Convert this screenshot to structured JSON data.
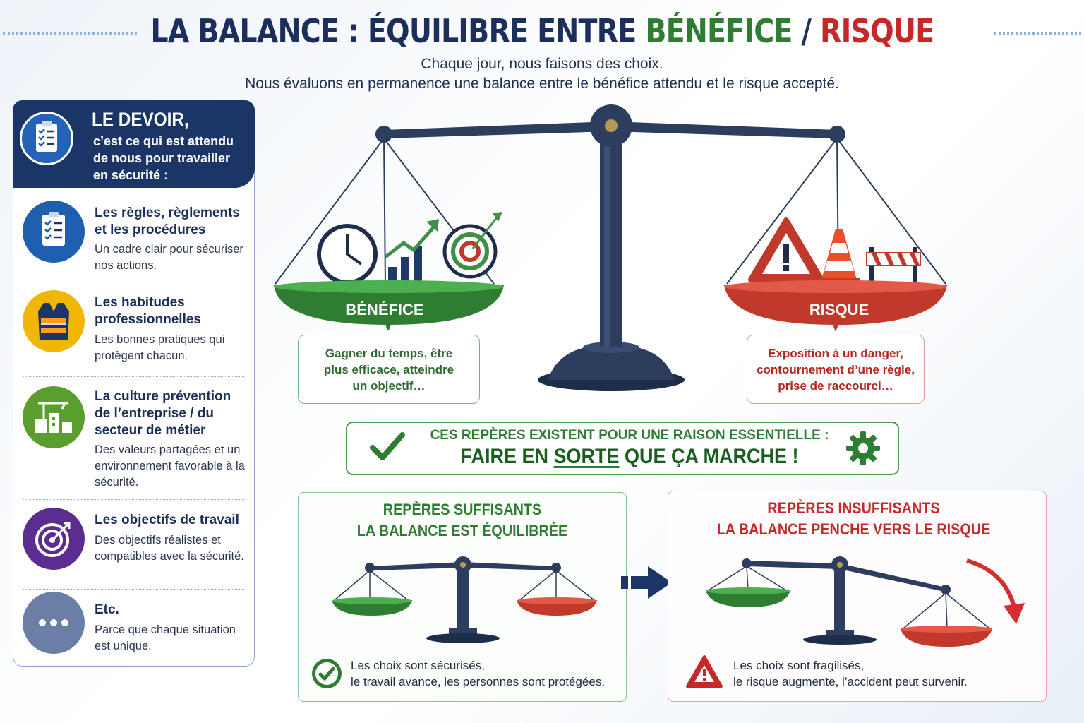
{
  "header": {
    "title_part1": "LA BALANCE : ÉQUILIBRE ENTRE ",
    "title_green": "BÉNÉFICE",
    "title_sep": " / ",
    "title_red": "RISQUE",
    "subtitle_line1": "Chaque jour, nous faisons des choix.",
    "subtitle_line2": "Nous évaluons en permanence une balance entre le bénéfice attendu et le risque accepté."
  },
  "devoir": {
    "title": "LE DEVOIR,",
    "text": "c’est ce qui est attendu de nous pour travailler en sécurité :",
    "icon": "clipboard-checklist-icon"
  },
  "items": [
    {
      "title": "Les règles, règlements et les procédures",
      "desc": "Un cadre clair pour sécuriser nos actions.",
      "icon": "clipboard-checklist-icon",
      "color": "#1f5fb0"
    },
    {
      "title": "Les habitudes professionnelles",
      "desc": "Les bonnes pratiques qui protègent chacun.",
      "icon": "safety-vest-icon",
      "color": "#f2b705"
    },
    {
      "title": "La culture prévention de l’entreprise / du secteur de métier",
      "desc": "Des valeurs partagées et un environnement favorable à la sécurité.",
      "icon": "construction-site-icon",
      "color": "#5a9e2f"
    },
    {
      "title": "Les objectifs de travail",
      "desc": "Des objectifs réalistes et compatibles avec la sécurité.",
      "icon": "target-icon",
      "color": "#5b2d91"
    },
    {
      "title": "Etc.",
      "desc": "Parce que chaque situation est unique.",
      "icon": "ellipsis-icon",
      "color": "#6b7fa6"
    }
  ],
  "balance": {
    "benefit_label": "BÉNÉFICE",
    "risk_label": "RISQUE",
    "benefit_callout": "Gagner du temps, être plus efficace, atteindre un objectif…",
    "risk_callout": "Exposition à un danger, contournement d’une règle, prise de raccourci…",
    "benefit_color": "#2e7d32",
    "risk_color": "#c0392b"
  },
  "banner": {
    "line1": "CES REPÈRES EXISTENT POUR UNE RAISON ESSENTIELLE :",
    "line2_a": "FAIRE EN ",
    "line2_u": "SORTE",
    "line2_b": " QUE ÇA MARCHE !"
  },
  "sufficient": {
    "title1": "REPÈRES SUFFISANTS",
    "title2": "LA BALANCE EST ÉQUILIBRÉE",
    "text1": "Les choix sont sécurisés,",
    "text2": "le travail avance, les personnes sont protégées."
  },
  "insufficient": {
    "title1": "REPÈRES INSUFFISANTS",
    "title2": "LA BALANCE PENCHE VERS LE RISQUE",
    "text1": "Les choix sont fragilisés,",
    "text2": "le risque augmente, l’accident peut survenir."
  }
}
